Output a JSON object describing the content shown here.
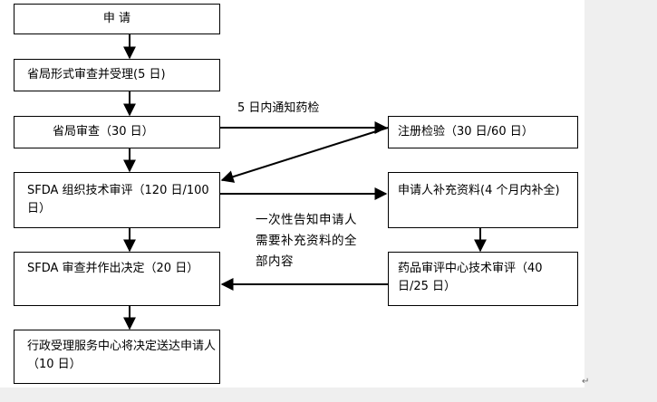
{
  "nodes": {
    "apply": "申 请",
    "provincial_accept": "省局形式审查并受理(5 日)",
    "provincial_review": "省局审查（30 日）",
    "registration_test": "注册检验（30 日/60 日）",
    "sfda_tech_review": "SFDA 组织技术审评（120 日/100 日）",
    "supplement": "申请人补充资料(4 个月内补全)",
    "sfda_decision": "SFDA 审查并作出决定（20 日）",
    "drug_eval_center": "药品审评中心技术审评（40 日/25 日）",
    "service_center": "行政受理服务中心将决定送达申请人（10 日）"
  },
  "edge_labels": {
    "notify_test": "5 日内通知药检",
    "notify_supplement": "一次性告知申请人需要补充资料的全部内容"
  },
  "page_mark": "↵"
}
